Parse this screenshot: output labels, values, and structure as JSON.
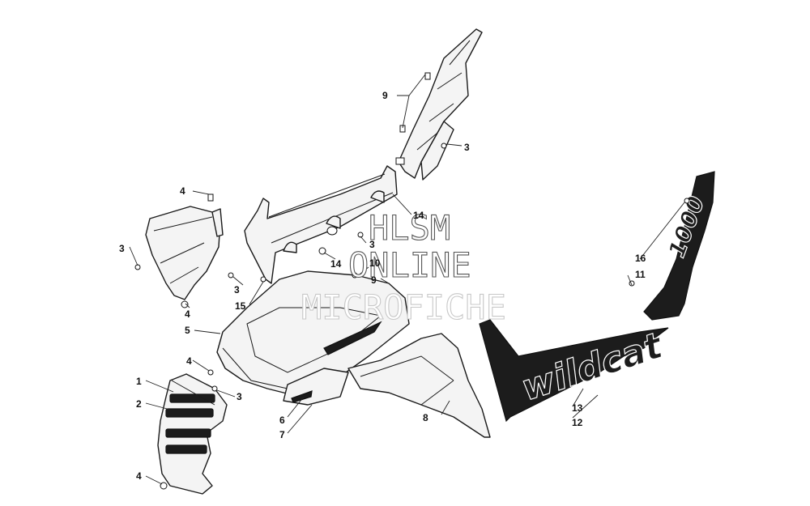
{
  "watermark": {
    "line1": "HLSM",
    "line2": "ONLINE",
    "line3": "MICROFICHE"
  },
  "decal_text": {
    "main": "wildcat",
    "badge": "1000"
  },
  "callouts": [
    {
      "id": "c1",
      "label": "1"
    },
    {
      "id": "c2",
      "label": "2"
    },
    {
      "id": "c3a",
      "label": "3"
    },
    {
      "id": "c3b",
      "label": "3"
    },
    {
      "id": "c3c",
      "label": "3"
    },
    {
      "id": "c3d",
      "label": "3"
    },
    {
      "id": "c3e",
      "label": "3"
    },
    {
      "id": "c4a",
      "label": "4"
    },
    {
      "id": "c4b",
      "label": "4"
    },
    {
      "id": "c4c",
      "label": "4"
    },
    {
      "id": "c4d",
      "label": "4"
    },
    {
      "id": "c5",
      "label": "5"
    },
    {
      "id": "c6",
      "label": "6"
    },
    {
      "id": "c7",
      "label": "7"
    },
    {
      "id": "c8",
      "label": "8"
    },
    {
      "id": "c9a",
      "label": "9"
    },
    {
      "id": "c9b",
      "label": "9"
    },
    {
      "id": "c10",
      "label": "10"
    },
    {
      "id": "c11",
      "label": "11"
    },
    {
      "id": "c12",
      "label": "12"
    },
    {
      "id": "c13",
      "label": "13"
    },
    {
      "id": "c14a",
      "label": "14"
    },
    {
      "id": "c14b",
      "label": "14"
    },
    {
      "id": "c15",
      "label": "15"
    },
    {
      "id": "c16",
      "label": "16"
    }
  ]
}
